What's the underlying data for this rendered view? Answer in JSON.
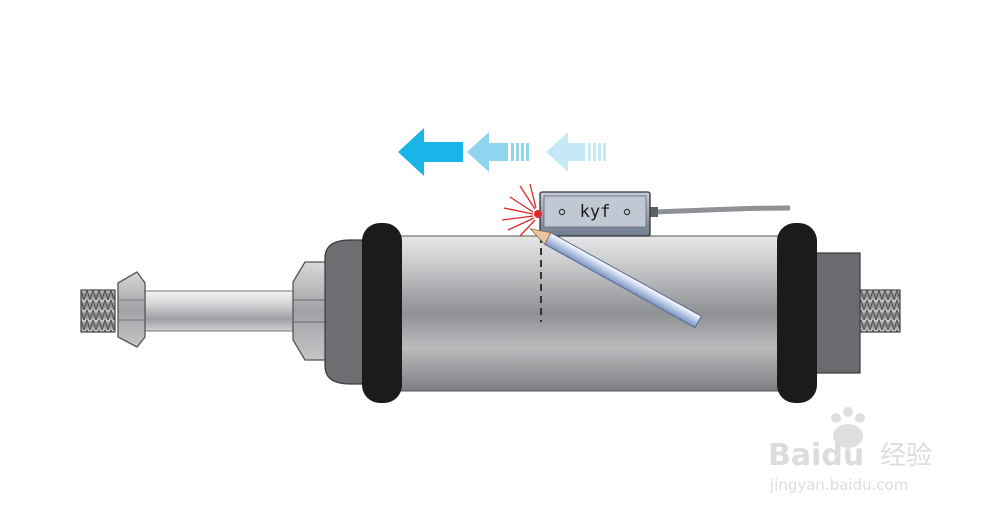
{
  "sensor": {
    "label": "kyf"
  },
  "colors": {
    "arrow_primary": "#19b5e8",
    "arrow_secondary": "#8fd4f1",
    "arrow_tertiary": "#c6e9f8",
    "cylinder_body": "#a9abae",
    "end_caps": "#1c1a1a",
    "sensor_body": "#9aa5b4",
    "led": "#e0282b"
  },
  "icons": {
    "direction": "left-arrow-icon",
    "led_glow": "light-burst-icon",
    "tool": "screwdriver-icon"
  },
  "watermark": {
    "logo_latin": "Baidu",
    "logo_cn": "经验",
    "url": "jingyan.baidu.com"
  }
}
